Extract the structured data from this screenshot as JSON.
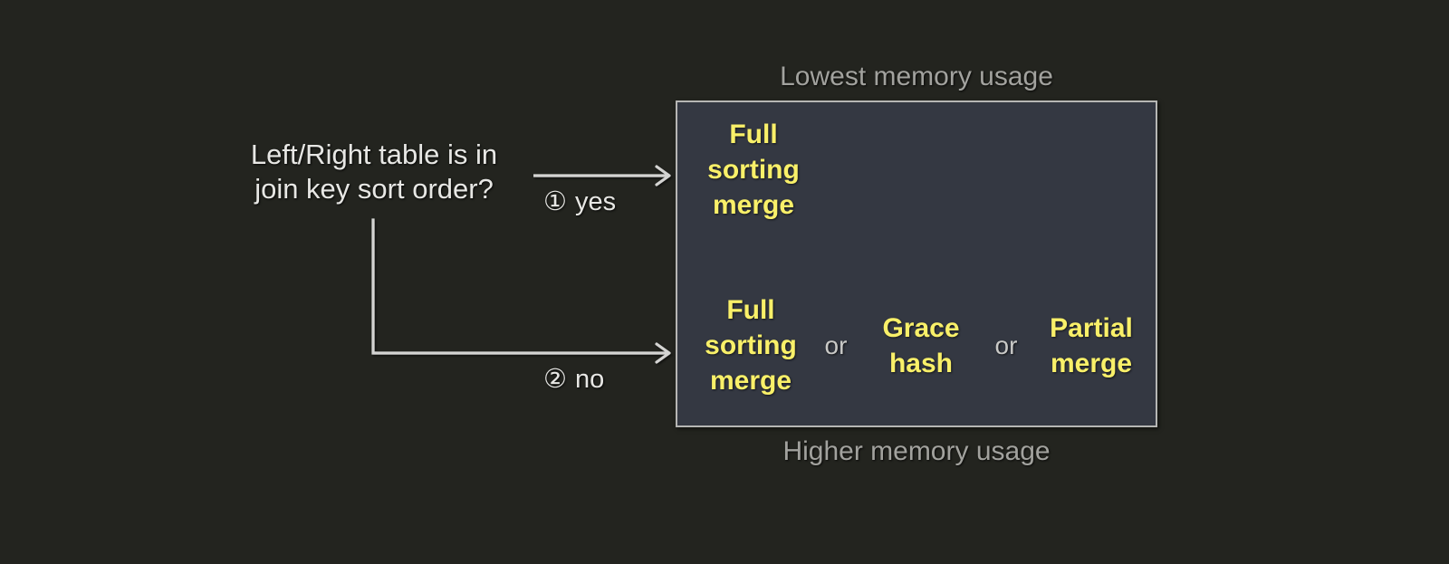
{
  "background_color": "#23241f",
  "decision": {
    "question": "Left/Right table is in\njoin key sort order?",
    "branches": [
      {
        "marker": "①",
        "label": "yes"
      },
      {
        "marker": "②",
        "label": "no"
      }
    ]
  },
  "captions": {
    "top": "Lowest memory usage",
    "bottom": "Higher memory usage"
  },
  "option_box": {
    "fill_color": "#343842",
    "border_color": "#b6b6b4",
    "highlight_color": "#f9f069",
    "separator_color": "#c9c9c7",
    "rows": [
      {
        "branch": "yes",
        "options": [
          "Full\nsorting\nmerge"
        ],
        "separators": []
      },
      {
        "branch": "no",
        "options": [
          "Full\nsorting\nmerge",
          "Grace\nhash",
          "Partial\nmerge"
        ],
        "separators": [
          "or",
          "or"
        ]
      }
    ]
  },
  "connectors": {
    "line_color": "#d4d4d2",
    "arrow_yes": "arrow-right-icon",
    "arrow_no": "arrow-right-icon"
  }
}
